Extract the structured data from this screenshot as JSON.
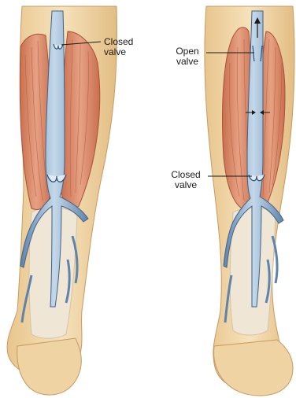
{
  "labels": {
    "left_closed_valve": "Closed\nvalve",
    "right_open_valve": "Open\nvalve",
    "right_closed_valve": "Closed\nvalve"
  },
  "colors": {
    "skin": "#f1d6a6",
    "skin_shadow": "#d9b27a",
    "muscle": "#d98a6a",
    "muscle_line": "#b5573c",
    "tendon": "#efe7d8",
    "vein": "#8fb0d0",
    "vein_dark": "#4a6f96",
    "vein_light": "#c9ddee"
  }
}
